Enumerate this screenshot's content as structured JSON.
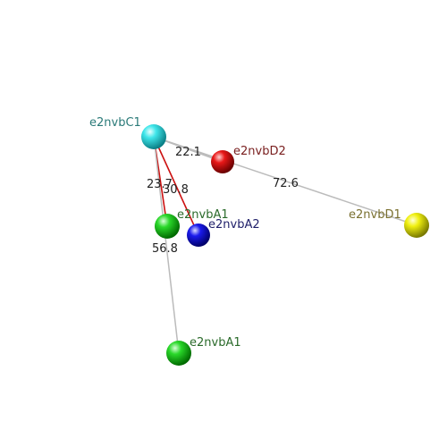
{
  "nodes": [
    {
      "id": "C1",
      "label": "e2nvbC1",
      "color": "#1fd6dc",
      "label_color": "#2a7a78"
    },
    {
      "id": "D2",
      "label": "e2nvbD2",
      "color": "#e01010",
      "label_color": "#7a2020"
    },
    {
      "id": "D1",
      "label": "e2nvbD1",
      "color": "#e8e800",
      "label_color": "#7a7030"
    },
    {
      "id": "A1a",
      "label": "e2nvbA1",
      "color": "#22cc22",
      "label_color": "#2a6a2a"
    },
    {
      "id": "A2",
      "label": "e2nvbA2",
      "color": "#1010e0",
      "label_color": "#20206a"
    },
    {
      "id": "A1b",
      "label": "e2nvbA1",
      "color": "#22cc22",
      "label_color": "#2a6a2a"
    }
  ],
  "distances": [
    {
      "from": "C1",
      "to": "D2",
      "value": "22.1",
      "color": "#bbbbbb"
    },
    {
      "from": "C1",
      "to": "A1a",
      "value": "23.7",
      "color": "#cc1111"
    },
    {
      "from": "C1",
      "to": "A2",
      "value": "30.8",
      "color": "#cc1111"
    },
    {
      "from": "C1",
      "to": "D1",
      "value": "72.6",
      "color": "#bbbbbb"
    },
    {
      "from": "C1",
      "to": "A1b",
      "value": "56.8",
      "color": "#bbbbbb"
    }
  ]
}
